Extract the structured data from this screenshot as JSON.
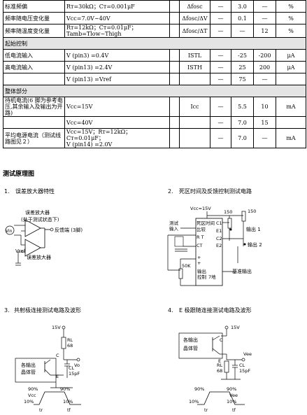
{
  "table": {
    "rows": [
      {
        "cells": [
          "标准频偏",
          "Rт=30kΩ；Cт=0.001μF",
          "",
          "Δfosc",
          "—",
          "3.0",
          "—",
          "%"
        ]
      },
      {
        "cells": [
          "频率随电压变化量",
          "Vcc=7.0V~40V",
          "",
          "Δfosc/ΔV",
          "—",
          "0.1",
          "—",
          "%"
        ]
      },
      {
        "cells": [
          "频率随温度变化量",
          "Rт=12kΩ；Cт=0.01μF；\nTamb=Tlow~Thigh",
          "",
          "Δfosc/ΔT",
          "—",
          "—",
          "12",
          "%"
        ]
      },
      {
        "section": "起始控制"
      },
      {
        "cells": [
          "低电流输入",
          "V (pin3) =0.4V",
          "",
          "ISTL",
          "—",
          "-25",
          "-200",
          "μA"
        ]
      },
      {
        "cells": [
          "高电流输入",
          "V (pin13) =2.4V",
          "",
          "ISTH",
          "—",
          "25",
          "200",
          "μA"
        ]
      },
      {
        "cells": [
          "",
          "V (pin13) =Vref",
          "",
          "",
          "—",
          "75",
          "—",
          ""
        ]
      },
      {
        "section": "整体部分"
      },
      {
        "cells": [
          "待机电流(6 脚为参考电压,其余输入及输出为开路)",
          "Vcc=15V",
          "",
          "Icc",
          "—",
          "5.5",
          "10",
          "mA"
        ]
      },
      {
        "cells": [
          "",
          "Vcc=40V",
          "",
          "",
          "—",
          "7.0",
          "15",
          ""
        ]
      },
      {
        "cells": [
          "平均电源电流（测试线路图见２）",
          "Vcc=15V；Rт=12kΩ；Cт=0.01μF；\nV (pin14) =2.0V",
          "",
          "",
          "—",
          "7.0",
          "—",
          "mA"
        ]
      }
    ]
  },
  "section_title": "测试原理图",
  "fig1": {
    "caption_num": "1.",
    "caption": "误差放大器特性",
    "label_top1": "误差放大器",
    "label_top2": "(处于测试状态下)",
    "label_out": "反馈端 (3脚)",
    "label_vin": "Vin",
    "label_vref": "Vref",
    "label_bottom": "误差放大器"
  },
  "fig2": {
    "caption_num": "2.",
    "caption": "死区时间及反馈控制测试电路",
    "vcc": "Vcc=15V",
    "r1": "150",
    "r2": "150",
    "chip_lines": [
      "死区时间",
      "比较",
      "R T",
      "CT",
      "+",
      "+"
    ],
    "pins_right": [
      "C1",
      "E1",
      "C2",
      "E2"
    ],
    "out1": "输出 1",
    "out2": "输出 2",
    "test_in1": "测试",
    "test_in2": "输入",
    "r50k": "50K",
    "out_ctrl1": "输出",
    "out_ctrl2": "控制",
    "gnd": "7地",
    "ref_out": "基准输出"
  },
  "fig3": {
    "caption_num": "3.",
    "caption": "共射极连接测试电路及波形",
    "v15": "15V",
    "rl": "RL",
    "rl_val": "68",
    "c": "C",
    "vo": "Vo",
    "cl": "CL",
    "cl_val": "15pF",
    "e": "E",
    "box1": "各输出",
    "box2": "晶体管",
    "p90a": "90%",
    "p90b": "90%",
    "vcc": "Vcc",
    "p10a": "10%",
    "p10b": "10%",
    "tr": "tr",
    "tf": "tf"
  },
  "fig4": {
    "caption_num": "4.",
    "caption": "E 极跟随连接测试电路及波形",
    "v15": "15V",
    "c": "C",
    "box1": "各输出",
    "box2": "晶体管",
    "e": "E",
    "vee": "Vee",
    "rl": "RL",
    "rl_val": "68",
    "cl": "CL",
    "cl_val": "15pF",
    "p90a": "90%",
    "p90b": "90%",
    "vee2": "Vee",
    "p10a": "10%",
    "p10b": "10%",
    "tr": "tr",
    "tf": "tf"
  }
}
